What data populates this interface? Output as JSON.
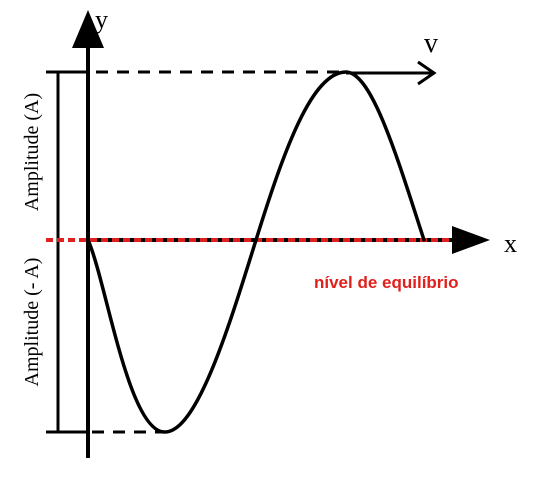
{
  "labels": {
    "y_axis": "y",
    "x_axis": "x",
    "velocity": "v",
    "amplitude_positive": "Amplitude (A)",
    "amplitude_negative": "Amplitude (- A)",
    "equilibrium": "nível de equilíbrio"
  },
  "colors": {
    "stroke": "#000000",
    "equilibrium_line": "#e0201c",
    "equilibrium_text": "#e0201c",
    "background": "#ffffff"
  }
}
